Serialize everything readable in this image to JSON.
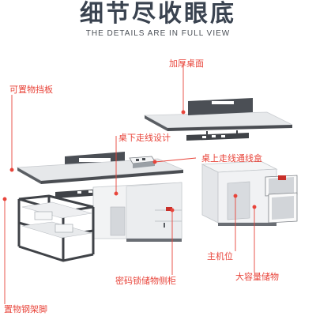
{
  "header": {
    "title": "细节尽收眼底",
    "subtitle": "THE DETAILS ARE IN FULL VIEW"
  },
  "callouts": {
    "thick_top": "加厚桌面",
    "baffle": "可置物挡板",
    "under_wire": "桌下走线设计",
    "top_wire_box": "桌上走线通线盒",
    "host_bay": "主机位",
    "large_storage": "大容量储物",
    "code_cabinet": "密码锁储物侧柜",
    "steel_rack": "置物钢架脚"
  },
  "colors": {
    "title": "#3a4350",
    "callout": "#e8443a",
    "desk_top": "#e6e8ea",
    "cabinet": "#f2f3f4",
    "dark_gray": "#4a4d52"
  }
}
